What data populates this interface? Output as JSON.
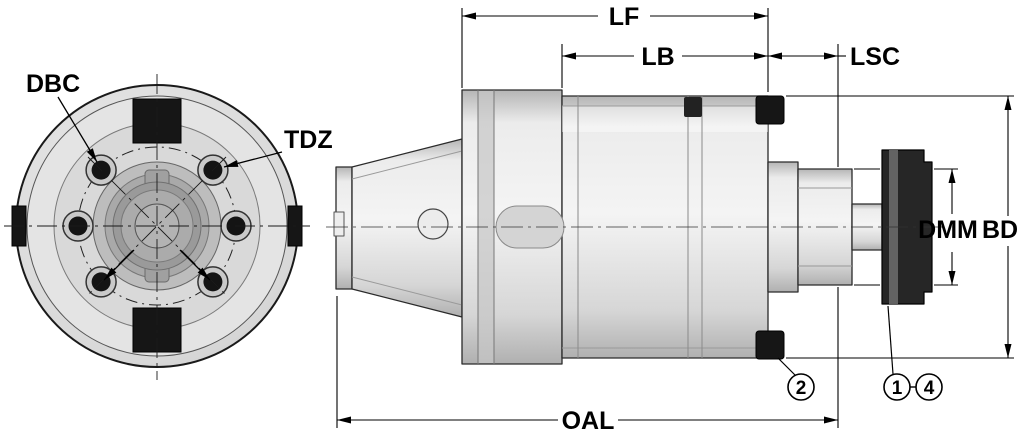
{
  "front_view": {
    "dbc_label": "DBC",
    "tdz_label": "TDZ"
  },
  "side_view": {
    "lf_label": "LF",
    "lb_label": "LB",
    "lsc_label": "LSC",
    "dmm_label": "DMM",
    "bd_label": "BD",
    "oal_label": "OAL"
  },
  "callouts": {
    "item2": "2",
    "item1": "1",
    "item4": "4"
  },
  "colors": {
    "line": "#000000",
    "metal_light": "#f2f2f2",
    "metal_mid": "#dedede",
    "metal_dark": "#b5b5b5",
    "insert_black": "#161616"
  }
}
